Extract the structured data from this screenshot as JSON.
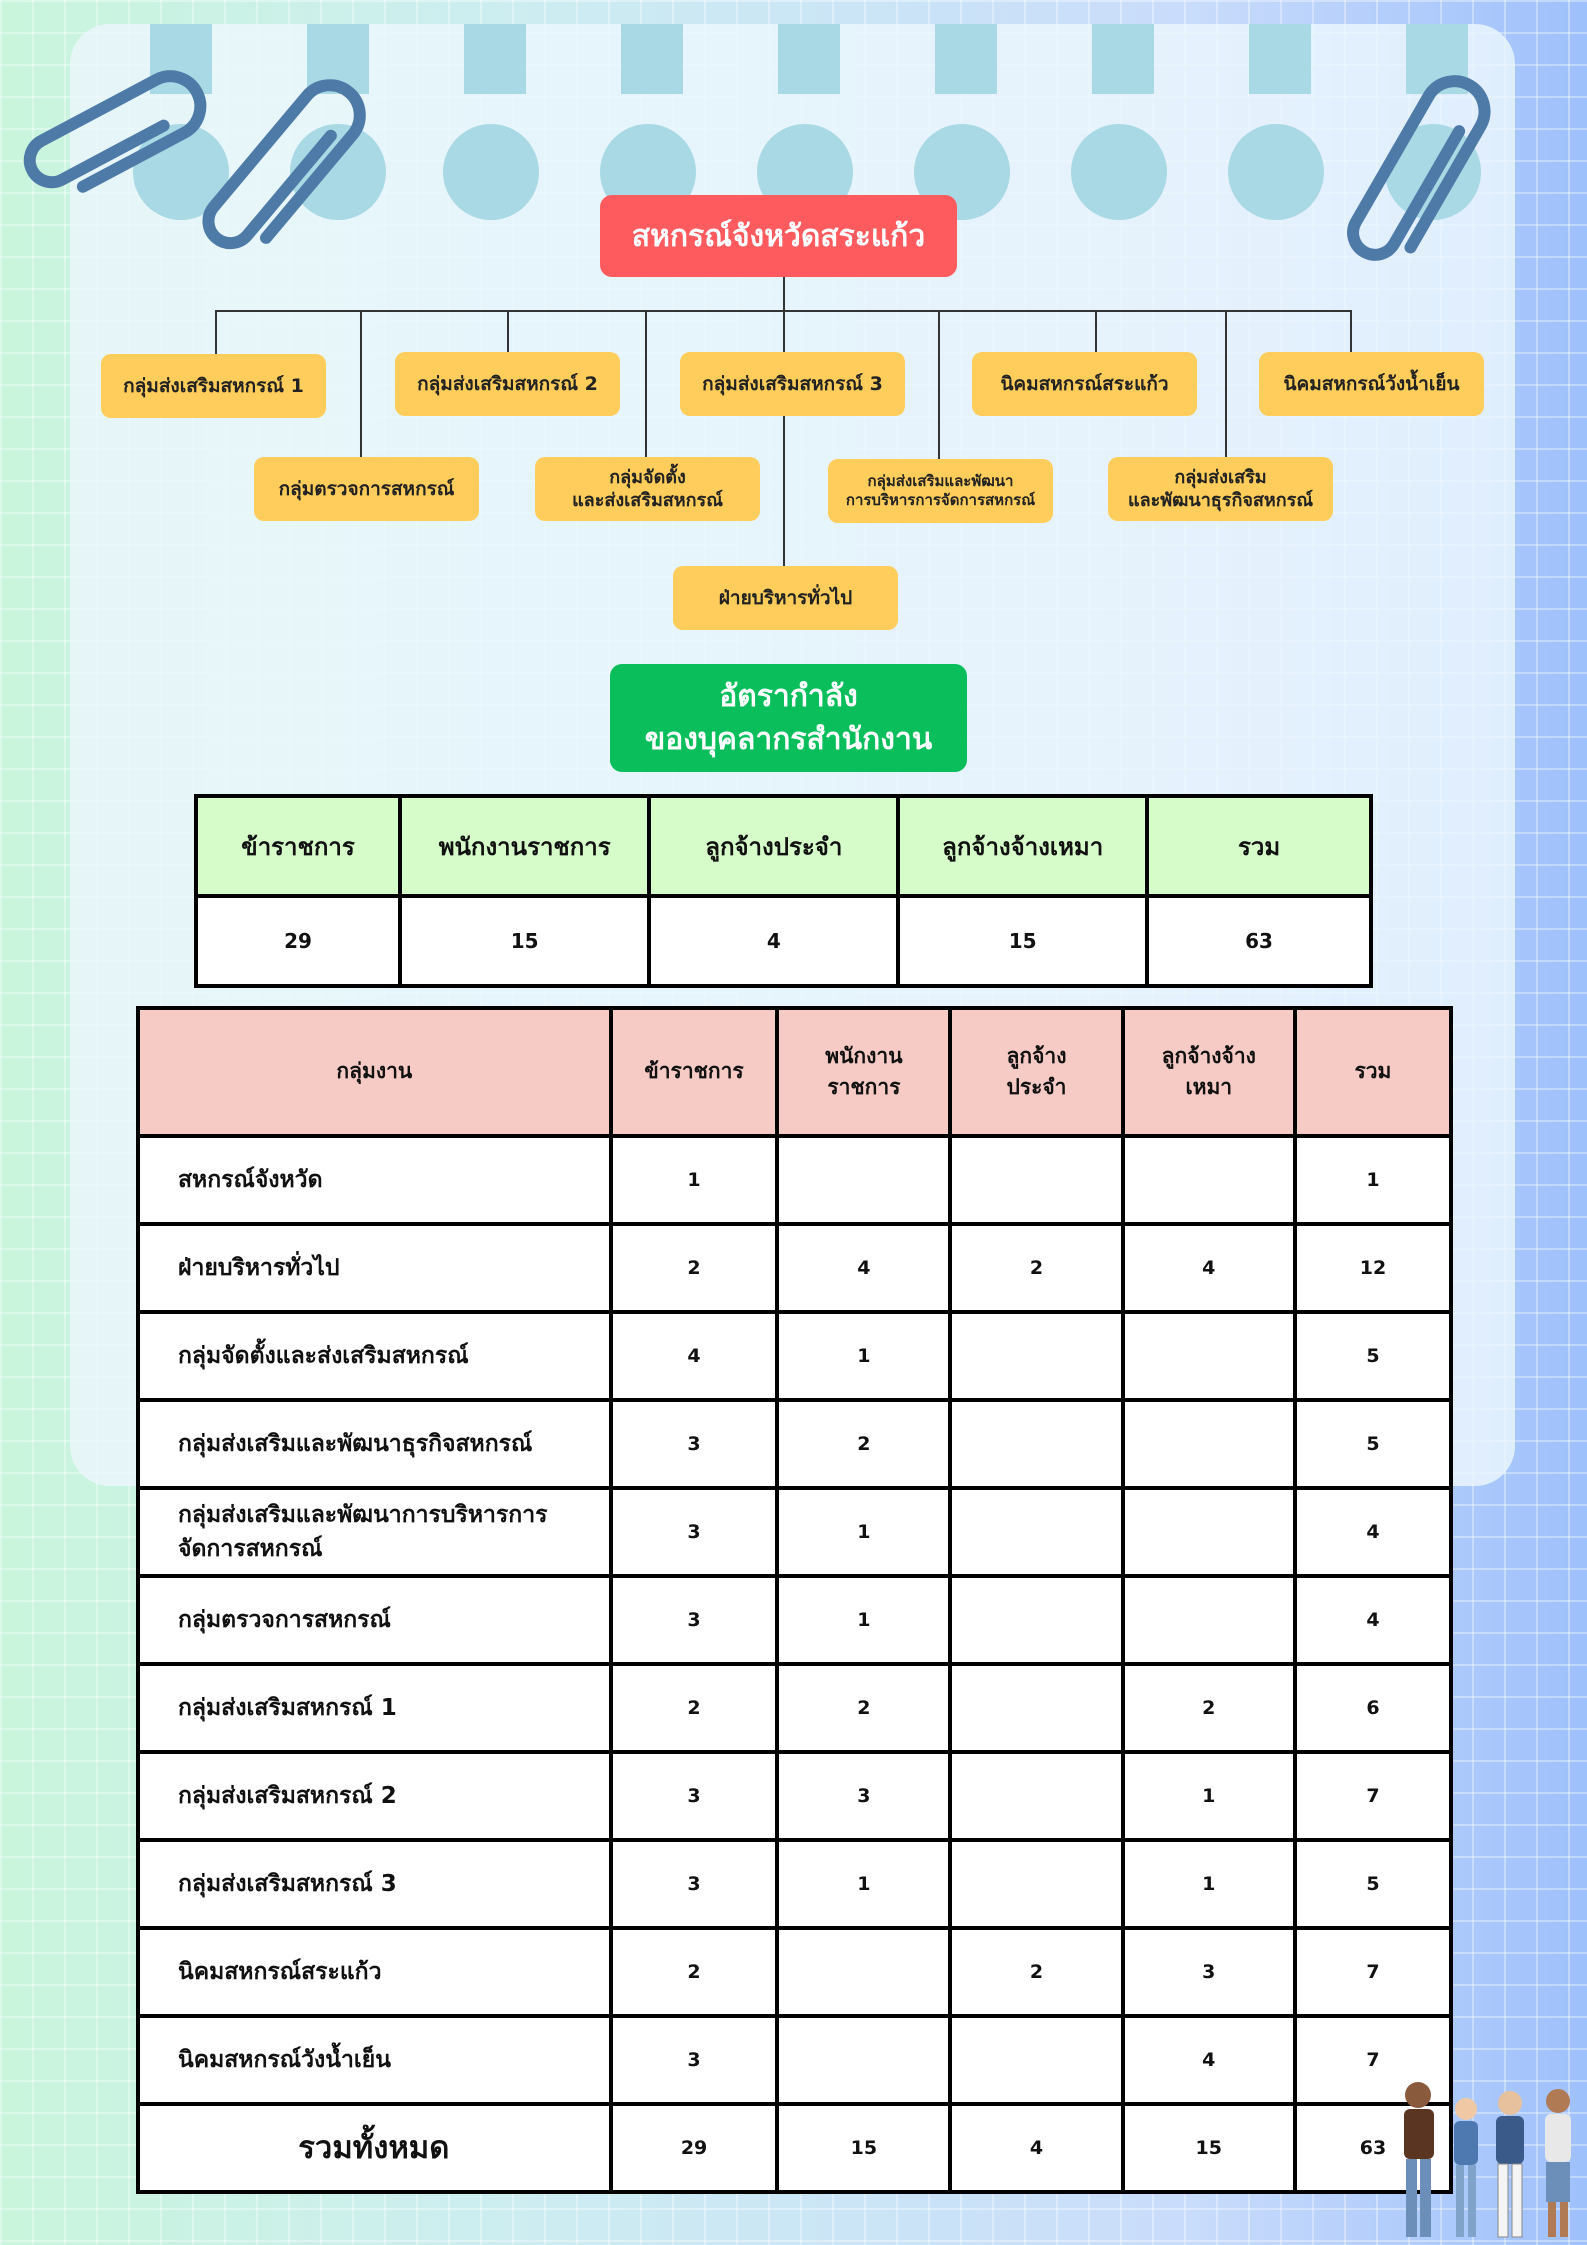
{
  "org_chart": {
    "top": "สหกรณ์จังหวัดสระแก้ว",
    "units": [
      "กลุ่มส่งเสริมสหกรณ์ 1",
      "กลุ่มส่งเสริมสหกรณ์ 2",
      "กลุ่มส่งเสริมสหกรณ์ 3",
      "นิคมสหกรณ์สระแก้ว",
      "นิคมสหกรณ์วังน้ำเย็น",
      "กลุ่มตรวจการสหกรณ์",
      "กลุ่มจัดตั้ง",
      "และส่งเสริมสหกรณ์",
      "กลุ่มส่งเสริมและพัฒนา",
      "การบริหารการจัดการสหกรณ์",
      "กลุ่มส่งเสริม",
      "และพัฒนาธุรกิจสหกรณ์",
      "ฝ่ายบริหารทั่วไป"
    ]
  },
  "workforce_title": {
    "line1": "อัตรากำลัง",
    "line2": "ของบุคลากรสำนักงาน"
  },
  "summary_table": {
    "headers": [
      "ข้าราชการ",
      "พนักงานราชการ",
      "ลูกจ้างประจำ",
      "ลูกจ้างจ้างเหมา",
      "รวม"
    ],
    "values": [
      "29",
      "15",
      "4",
      "15",
      "63"
    ]
  },
  "detail_table": {
    "headers": {
      "group": "กลุ่มงาน",
      "civil": "ข้าราชการ",
      "gov_emp_1": "พนักงาน",
      "gov_emp_2": "ราชการ",
      "perm_1": "ลูกจ้าง",
      "perm_2": "ประจำ",
      "contract_1": "ลูกจ้างจ้าง",
      "contract_2": "เหมา",
      "total": "รวม"
    },
    "rows": [
      {
        "group": "สหกรณ์จังหวัด",
        "group2": "",
        "civil": "1",
        "gov": "",
        "perm": "",
        "contract": "",
        "total": "1"
      },
      {
        "group": "ฝ่ายบริหารทั่วไป",
        "group2": "",
        "civil": "2",
        "gov": "4",
        "perm": "2",
        "contract": "4",
        "total": "12"
      },
      {
        "group": "กลุ่มจัดตั้งและส่งเสริมสหกรณ์",
        "group2": "",
        "civil": "4",
        "gov": "1",
        "perm": "",
        "contract": "",
        "total": "5"
      },
      {
        "group": "กลุ่มส่งเสริมและพัฒนาธุรกิจสหกรณ์",
        "group2": "",
        "civil": "3",
        "gov": "2",
        "perm": "",
        "contract": "",
        "total": "5"
      },
      {
        "group": "กลุ่มส่งเสริมและพัฒนาการบริหารการ",
        "group2": "จัดการสหกรณ์",
        "civil": "3",
        "gov": "1",
        "perm": "",
        "contract": "",
        "total": "4"
      },
      {
        "group": "กลุ่มตรวจการสหกรณ์",
        "group2": "",
        "civil": "3",
        "gov": "1",
        "perm": "",
        "contract": "",
        "total": "4"
      },
      {
        "group": "กลุ่มส่งเสริมสหกรณ์ 1",
        "group2": "",
        "civil": "2",
        "gov": "2",
        "perm": "",
        "contract": "2",
        "total": "6"
      },
      {
        "group": "กลุ่มส่งเสริมสหกรณ์ 2",
        "group2": "",
        "civil": "3",
        "gov": "3",
        "perm": "",
        "contract": "1",
        "total": "7"
      },
      {
        "group": "กลุ่มส่งเสริมสหกรณ์ 3",
        "group2": "",
        "civil": "3",
        "gov": "1",
        "perm": "",
        "contract": "1",
        "total": "5"
      },
      {
        "group": "นิคมสหกรณ์สระแก้ว",
        "group2": "",
        "civil": "2",
        "gov": "",
        "perm": "2",
        "contract": "3",
        "total": "7"
      },
      {
        "group": "นิคมสหกรณ์วังน้ำเย็น",
        "group2": "",
        "civil": "3",
        "gov": "",
        "perm": "",
        "contract": "4",
        "total": "7"
      }
    ],
    "total_row": {
      "group": "รวมทั้งหมด",
      "civil": "29",
      "gov": "15",
      "perm": "4",
      "contract": "15",
      "total": "63"
    }
  },
  "colors": {
    "top_box": "#fe5b5f",
    "unit_box": "#ffcd5b",
    "title_box": "#0abf5b",
    "summary_header": "#d5fcc9",
    "detail_header": "#f6cbc6",
    "clip": "#4e7aa8"
  },
  "icons": [
    "paperclip-icon",
    "people-illustration"
  ]
}
